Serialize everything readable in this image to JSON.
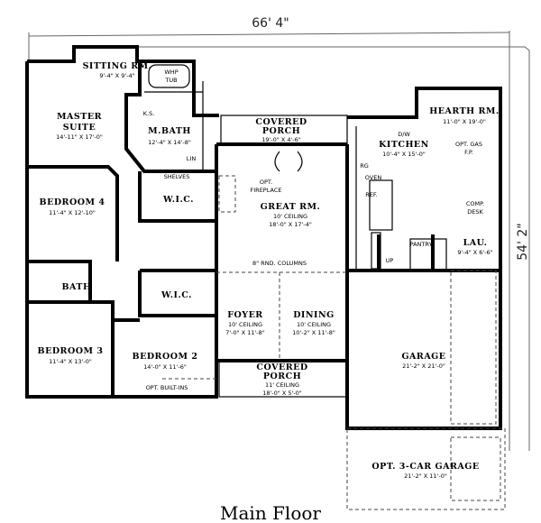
{
  "dimensions": {
    "width": "66' 4\"",
    "depth": "54' 2\""
  },
  "caption": "Main Floor",
  "rooms": {
    "sitting": {
      "name": "SITTING RM.",
      "size": "9'-4\" X 9'-4\""
    },
    "master": {
      "name1": "MASTER",
      "name2": "SUITE",
      "size": "14'-11\" X 17'-0\""
    },
    "mbath": {
      "name": "M.BATH",
      "size": "12'-4\" X 14'-8\""
    },
    "wic1": {
      "name": "W.I.C."
    },
    "wic2": {
      "name": "W.I.C."
    },
    "bedroom4": {
      "name": "BEDROOM 4",
      "size": "11'-4\" X 12'-10\""
    },
    "bath": {
      "name": "BATH"
    },
    "bedroom3": {
      "name": "BEDROOM 3",
      "size": "11'-4\" X 13'-0\""
    },
    "bedroom2": {
      "name": "BEDROOM 2",
      "size": "14'-0\" X 11'-6\""
    },
    "porch_rear": {
      "name1": "COVERED",
      "name2": "PORCH",
      "size": "19'-0\" X 4'-6\""
    },
    "great": {
      "name": "GREAT RM.",
      "ceiling": "10' CEILING",
      "size": "18'-0\" X 17'-4\""
    },
    "foyer": {
      "name": "FOYER",
      "ceiling": "10' CEILING",
      "size": "7'-0\" X 11'-8\""
    },
    "dining": {
      "name": "DINING",
      "ceiling": "10' CEILING",
      "size": "10'-2\" X 11'-8\""
    },
    "porch_front": {
      "name1": "COVERED",
      "name2": "PORCH",
      "ceiling": "11' CEILING",
      "size": "18'-0\" X 5'-0\""
    },
    "kitchen": {
      "name": "KITCHEN",
      "size": "10'-4\" X 15'-0\""
    },
    "hearth": {
      "name": "HEARTH RM.",
      "size": "11'-0\" X 19'-0\""
    },
    "lau": {
      "name": "LAU.",
      "size": "9'-4\" X 6'-6\""
    },
    "garage": {
      "name": "GARAGE",
      "size": "21'-2\" X 21'-0\""
    },
    "garage3": {
      "name": "OPT. 3-CAR GARAGE",
      "size": "21'-2\" X 11'-0\""
    }
  },
  "notes": {
    "whp_tub1": "WHP",
    "whp_tub2": "TUB",
    "ks": "K.S.",
    "lin": "LIN",
    "shelves": "SHELVES",
    "opt_fireplace1": "OPT.",
    "opt_fireplace2": "FIREPLACE",
    "columns": "8\" RND. COLUMNS",
    "opt_builtins": "OPT. BUILT-INS",
    "dw": "D/W",
    "rg": "RG",
    "oven": "OVEN",
    "ref": "REF.",
    "opt_gas1": "OPT. GAS",
    "opt_gas2": "F.P.",
    "comp_desk1": "COMP.",
    "comp_desk2": "DESK",
    "pantry": "PANTRY",
    "up": "UP"
  }
}
